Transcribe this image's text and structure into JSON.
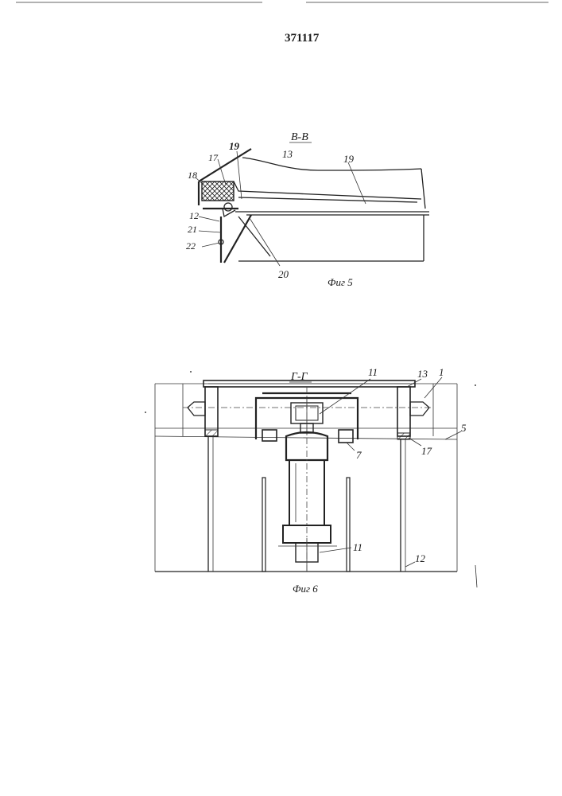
{
  "document": {
    "patent_number": "371117"
  },
  "figure5": {
    "section_title": "В-В",
    "caption": "Фиг 5",
    "labels": {
      "l13": "13",
      "l19a": "19",
      "l19b": "19",
      "l17": "17",
      "l18": "18",
      "l12": "12",
      "l21": "21",
      "l22": "22",
      "l20": "20"
    }
  },
  "figure6": {
    "section_title": "Г-Г",
    "caption": "Фиг 6",
    "labels": {
      "l11a": "11",
      "l13": "13",
      "l1": "1",
      "l5": "5",
      "l7": "7",
      "l17": "17",
      "l11b": "11",
      "l12": "12"
    }
  },
  "colors": {
    "ink": "#222222",
    "paper": "#ffffff"
  }
}
